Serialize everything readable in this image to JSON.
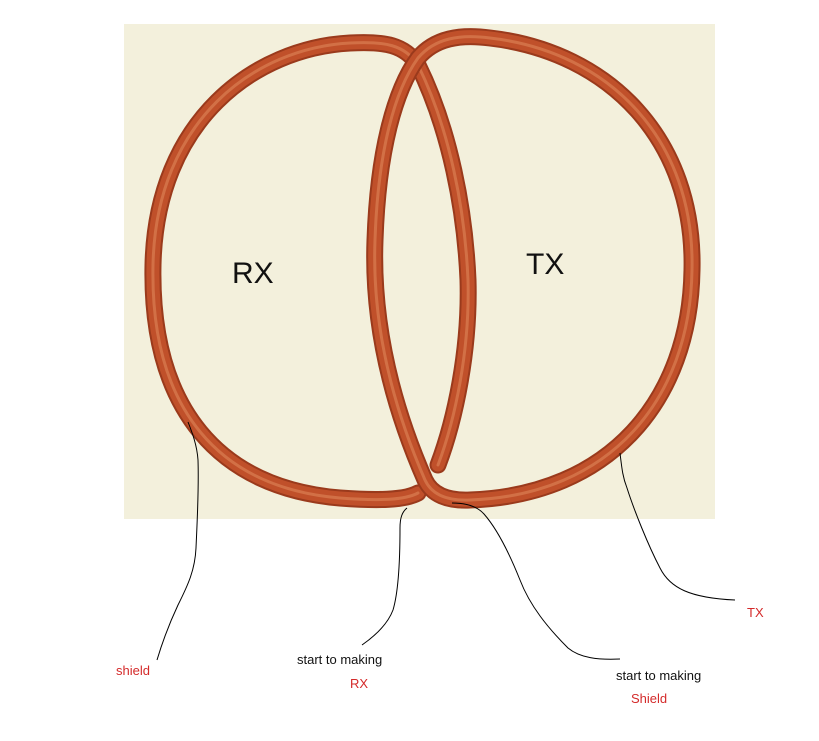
{
  "coils": {
    "rx_label": "RX",
    "tx_label": "TX"
  },
  "annotations": {
    "shield_left": "shield",
    "rx_start_line1": "start to making",
    "rx_start_line2": "RX",
    "shield_start_line1": "start to making",
    "shield_start_line2": "Shield",
    "tx": "TX"
  },
  "colors": {
    "background_panel": "#f3f0dc",
    "coil_wire": "#c0502a",
    "coil_wire_highlight": "#e08a5c",
    "coil_wire_shadow": "#9a3a1c",
    "leader_line": "#000000",
    "note_red": "#d42a2a"
  }
}
